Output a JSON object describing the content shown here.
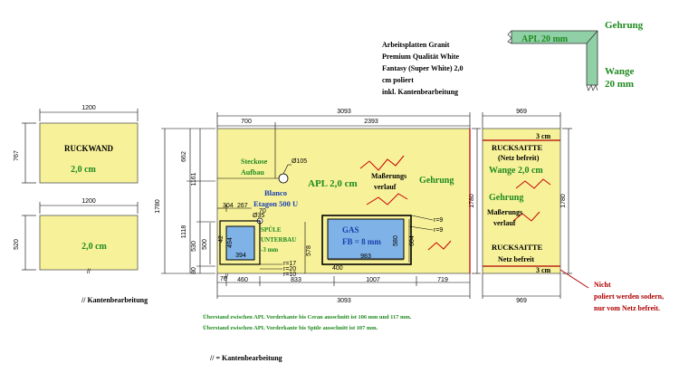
{
  "header": {
    "material_lines": [
      "Arbeitsplatten Granit",
      "Premium Qualität White",
      "Fantasy (Super White) 2,0",
      "cm poliert",
      "inkl. Kantenbearbeitung"
    ]
  },
  "legend": {
    "gehrung": "Gehrung",
    "apl": "APL 20 mm",
    "wange_l1": "Wange",
    "wange_l2": "20 mm"
  },
  "rueckwand_top": {
    "label": "RUCKWAND",
    "thickness": "2,0 cm",
    "width": "1200",
    "height": "767"
  },
  "rueckwand_bottom": {
    "thickness": "2,0 cm",
    "width": "1200",
    "height": "520",
    "edge_mark": "//"
  },
  "main": {
    "apl_label": "APL 2,0 cm",
    "steckdose_l1": "Steckose",
    "steckdose_l2": "Aufbau",
    "hole": "Ø105",
    "blanco_l1": "Blanco",
    "blanco_l2": "Etagon 500 U",
    "tap_hole": "Ø35",
    "spuele_l1": "SPÜLE",
    "spuele_l2": "UNTERBAU",
    "spuele_l3": "-3 mm",
    "mass_l1": "Maßerungs",
    "mass_l2": "verlauf",
    "gehrung": "Gehrung",
    "gas_l1": "GAS",
    "gas_l2": "FB = 8 mm",
    "radius_9a": "r=9",
    "radius_9b": "r=9",
    "radius_17": "r=17",
    "radius_20": "r=20",
    "radius_10": "r=10",
    "edge_mark": "//",
    "dims": {
      "total_top": "3093",
      "seg_700": "700",
      "seg_2393": "2393",
      "height_1780": "1780",
      "d662": "662",
      "d1161": "1161",
      "d1118": "1118",
      "d530": "530",
      "d500": "500",
      "d80": "80",
      "d304": "304",
      "d267": "267",
      "d70": "70",
      "d494": "494",
      "d394": "394",
      "d42": "42",
      "d578": "578",
      "d400": "400",
      "d580": "580",
      "d604": "604",
      "d983": "983",
      "d70b": "70",
      "d460": "460",
      "d833": "833",
      "d1007": "1007",
      "d719": "719",
      "total_bottom": "3093"
    }
  },
  "wange": {
    "width_top": "969",
    "width_bottom": "969",
    "height": "1780",
    "top_cm": "3 cm",
    "rucksaitte1_l1": "RUCKSAITTE",
    "rucksaitte1_l2": "(Netz befreit)",
    "wange_label": "Wange 2,0 cm",
    "gehrung": "Gehrung",
    "mass_l1": "Maßerungs",
    "mass_l2": "verlauf",
    "rucksaitte2_l1": "RUCKSAITTE",
    "rucksaitte2_l2": "Netz befreit",
    "bottom_cm": "3 cm"
  },
  "notes": {
    "kanten_mid": "// Kantenbearbeitung",
    "kanten_bottom": "// = Kantenbearbeitung",
    "ueberstand_1": "Überstand zwischen APL Vorderkante bis Ceran ausschnitt ist 106 mm und 117 mm.",
    "ueberstand_2": "Überstand zwischen APL Vorderkante bis Spüle ausschnitt ist 107 mm.",
    "nicht_l1": "Nicht",
    "nicht_l2": "poliert werden sodern,",
    "nicht_l3": "nur vom Netz befreit."
  },
  "colors": {
    "slab": "#f7f29a",
    "cutout": "#7fb2e6",
    "legend_green": "#8fd0a6",
    "label_green": "#1f8a1f",
    "label_blue": "#1a3fb0",
    "label_red": "#b00000"
  }
}
